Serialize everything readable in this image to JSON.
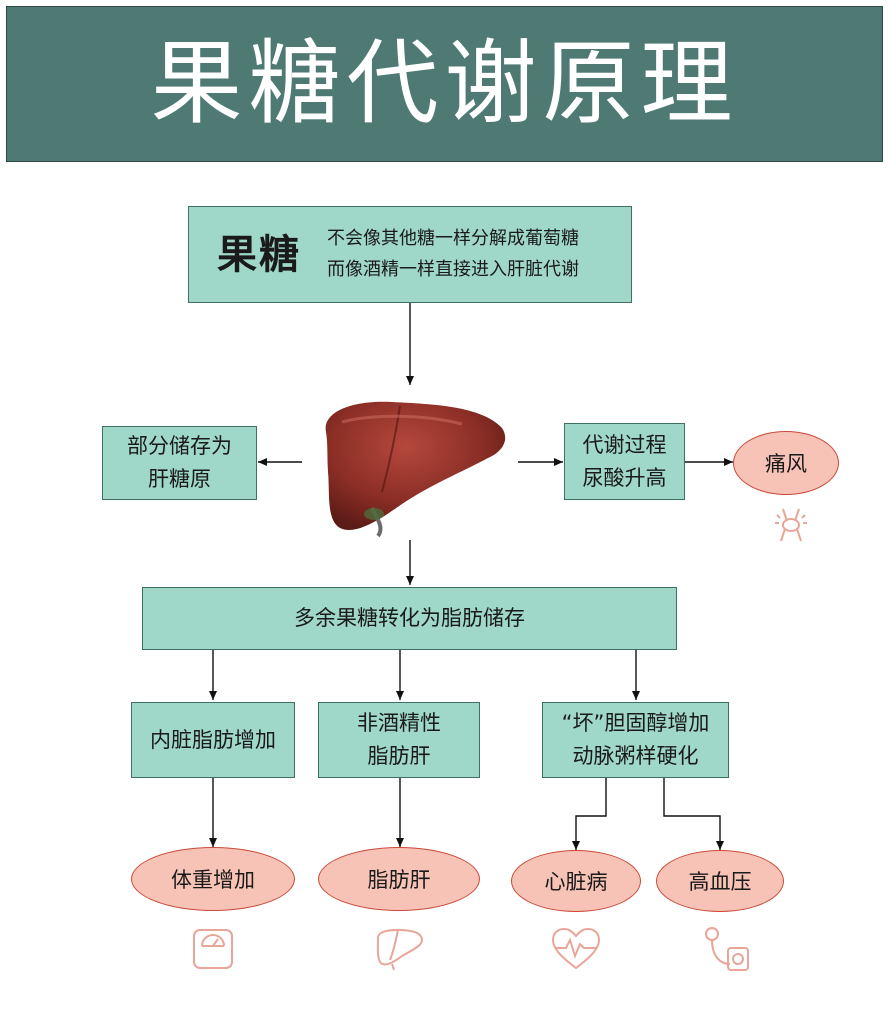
{
  "header": {
    "title": "果糖代谢原理"
  },
  "fructose": {
    "name": "果糖",
    "desc_line1": "不会像其他糖一样分解成葡萄糖",
    "desc_line2": "而像酒精一样直接进入肝脏代谢"
  },
  "glycogen": {
    "line1": "部分储存为",
    "line2": "肝糖原"
  },
  "uric": {
    "line1": "代谢过程",
    "line2": "尿酸升高"
  },
  "gout": {
    "label": "痛风"
  },
  "fat_storage": {
    "label": "多余果糖转化为脂肪储存"
  },
  "visceral": {
    "label": "内脏脂肪增加"
  },
  "nafld": {
    "line1": "非酒精性",
    "line2": "脂肪肝"
  },
  "cholesterol": {
    "line1": "“坏”胆固醇增加",
    "line2": "动脉粥样硬化"
  },
  "outcomes": {
    "weight": "体重增加",
    "fatty_liver": "脂肪肝",
    "heart": "心脏病",
    "hypertension": "高血压"
  },
  "colors": {
    "header_bg": "#4f7a73",
    "box_fill": "#9fd7c9",
    "oval_fill": "#f7c3b6",
    "oval_border": "#c94a3a",
    "liver": "#8b2e26"
  }
}
